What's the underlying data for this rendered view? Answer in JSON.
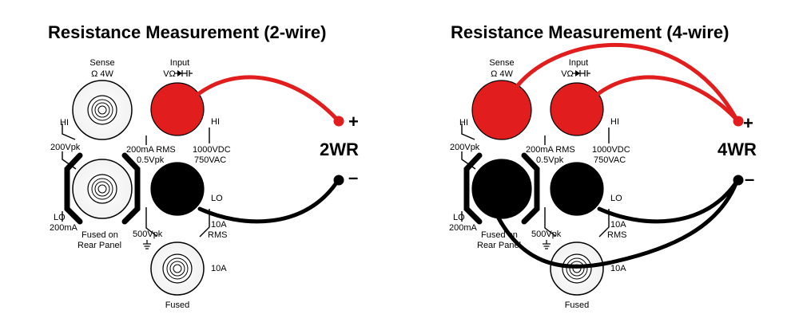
{
  "colors": {
    "red": "#e21d1d",
    "black": "#000000",
    "white": "#ffffff"
  },
  "panel_2wire": {
    "title": "Resistance Measurement (2-wire)",
    "sense_label_1": "Sense",
    "sense_label_2": "Ω 4W",
    "input_label_1": "Input",
    "input_label_2": "VΩ",
    "hi_left": "HI",
    "hi_right": "HI",
    "v200": "200Vpk",
    "ma200rms": "200mA RMS",
    "v05": "0.5Vpk",
    "vdc1000": "1000VDC",
    "vac750": "750VAC",
    "lo_right": "LO",
    "lo_left": "LO",
    "ma200": "200mA",
    "fused_rear_1": "Fused on",
    "fused_rear_2": "Rear Panel",
    "v500": "500Vpk",
    "a10rms_1": "10A",
    "a10rms_2": "RMS",
    "a10": "10A",
    "fused": "Fused",
    "plus": "+",
    "minus": "–",
    "mode": "2WR"
  },
  "panel_4wire": {
    "title": "Resistance Measurement (4-wire)",
    "sense_label_1": "Sense",
    "sense_label_2": "Ω 4W",
    "input_label_1": "Input",
    "input_label_2": "VΩ",
    "hi_left": "HI",
    "hi_right": "HI",
    "v200": "200Vpk",
    "ma200rms": "200mA RMS",
    "v05": "0.5Vpk",
    "vdc1000": "1000VDC",
    "vac750": "750VAC",
    "lo_right": "LO",
    "lo_left": "LO",
    "ma200": "200mA",
    "fused_rear_1": "Fused on",
    "fused_rear_2": "Rear Panel",
    "v500": "500Vpk",
    "a10rms_1": "10A",
    "a10rms_2": "RMS",
    "a10": "10A",
    "fused": "Fused",
    "plus": "+",
    "minus": "–",
    "mode": "4WR"
  }
}
